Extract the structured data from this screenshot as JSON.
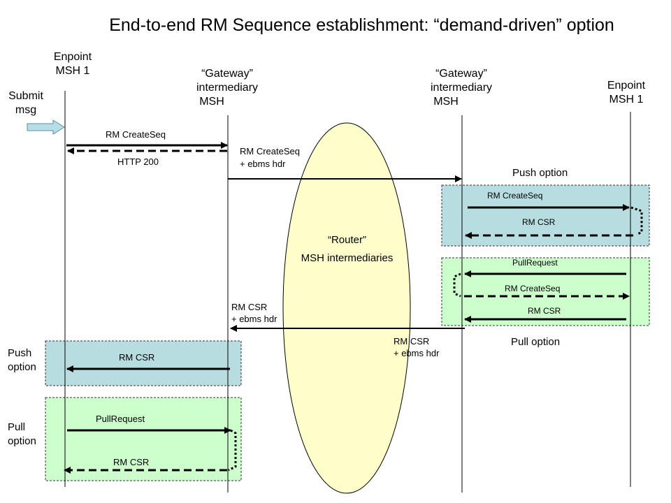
{
  "title": "End-to-end RM Sequence establishment: “demand-driven” option",
  "actors": {
    "endpoint_left": [
      "Enpoint",
      "MSH 1"
    ],
    "gateway_left": [
      "“Gateway”",
      "intermediary",
      "MSH"
    ],
    "gateway_right": [
      "“Gateway”",
      "intermediary",
      "MSH"
    ],
    "endpoint_right": [
      "Enpoint",
      "MSH 1"
    ]
  },
  "submit_msg": [
    "Submit",
    "msg"
  ],
  "router": [
    "“Router”",
    "MSH intermediaries"
  ],
  "messages": {
    "create_seq_1": "RM CreateSeq",
    "http_200": "HTTP 200",
    "create_seq_ebms": [
      "RM CreateSeq",
      "+ ebms hdr"
    ],
    "push_create_seq": "RM CreateSeq",
    "push_csr": "RM CSR",
    "pull_request_right": "PullRequest",
    "pull_create_seq": "RM CreateSeq",
    "pull_csr_right": "RM CSR",
    "csr_ebms_upper": [
      "RM CSR",
      "+ ebms hdr"
    ],
    "csr_ebms_lower": [
      "RM CSR",
      "+ ebms hdr"
    ],
    "left_push_csr": "RM CSR",
    "left_pull_request": "PullRequest",
    "left_pull_csr": "RM CSR"
  },
  "options": {
    "push_right": "Push option",
    "pull_right": "Pull option",
    "push_left": [
      "Push",
      "option"
    ],
    "pull_left": [
      "Pull",
      "option"
    ]
  },
  "colors": {
    "push_box": "#b8dde0",
    "pull_box": "#ccffcc",
    "router_fill": "#ffffcc",
    "submit_arrow": "#b7dde8"
  }
}
